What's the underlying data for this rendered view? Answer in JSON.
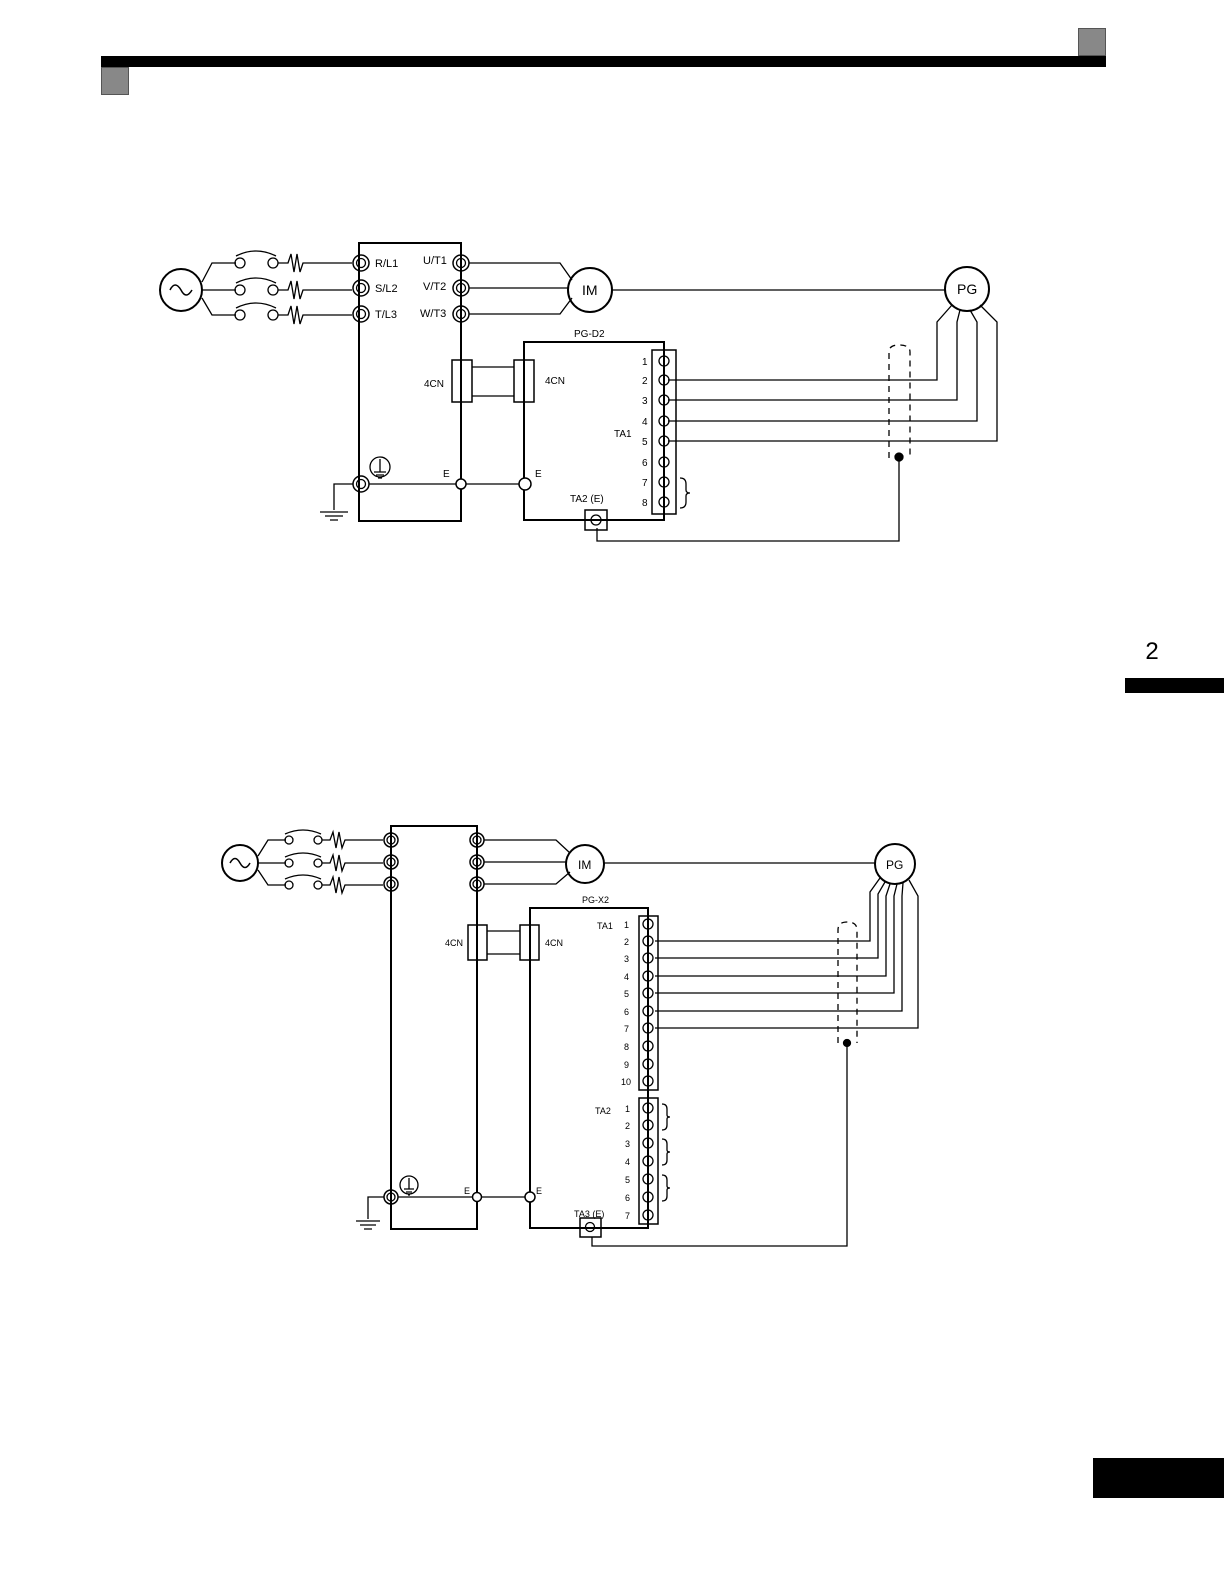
{
  "page": {
    "chapter_number": "2"
  },
  "diagram1": {
    "terminals_in": [
      "R/L1",
      "S/L2",
      "T/L3"
    ],
    "terminals_out": [
      "U/T1",
      "V/T2",
      "W/T3"
    ],
    "motor_label": "IM",
    "encoder_label": "PG",
    "board_label": "PG-D2",
    "connector_label": "4CN",
    "ta1_label": "TA1",
    "ta1_pins": [
      "1",
      "2",
      "3",
      "4",
      "5",
      "6",
      "7",
      "8"
    ],
    "ta2_label": "TA2 (E)",
    "ground_label": "E"
  },
  "diagram2": {
    "motor_label": "IM",
    "encoder_label": "PG",
    "board_label": "PG-X2",
    "connector_label": "4CN",
    "ta1_label": "TA1",
    "ta1_pins": [
      "1",
      "2",
      "3",
      "4",
      "5",
      "6",
      "7",
      "8",
      "9",
      "10"
    ],
    "ta2_label": "TA2",
    "ta2_pins": [
      "1",
      "2",
      "3",
      "4",
      "5",
      "6",
      "7"
    ],
    "ta3_label": "TA3 (E)",
    "ground_label": "E"
  }
}
